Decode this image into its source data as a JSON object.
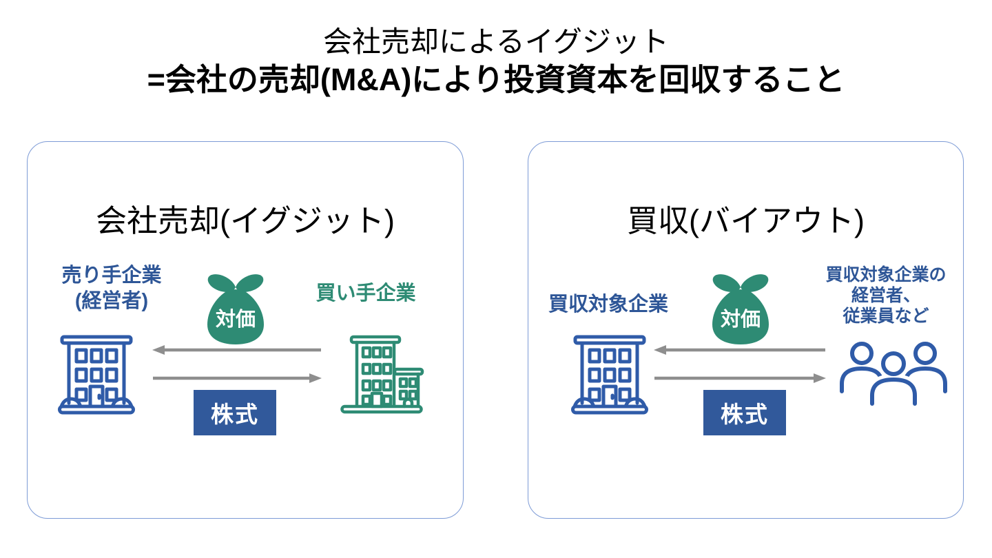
{
  "colors": {
    "blue_text": "#2E5697",
    "icon_blue": "#2F5BA8",
    "teal": "#2E8B74",
    "arrow_gray": "#8E8E8E",
    "panel_border": "#7D9BD6",
    "stock_box_blue": "#31599B",
    "title_black": "#000000"
  },
  "title": {
    "line1": "会社売却によるイグジット",
    "line2": "=会社の売却(M&A)により投資資本を回収すること"
  },
  "left_panel": {
    "title": "会社売却(イグジット)",
    "seller_label": {
      "line1": "売り手企業",
      "line2": "(経営者)"
    },
    "buyer_label": "買い手企業",
    "consideration_badge": "対価",
    "stock_badge": "株式",
    "icons": {
      "seller": "building-outline-icon",
      "buyer": "two-buildings-outline-icon",
      "consideration": "money-bag-icon",
      "top_arrow": "arrow-pointing-left",
      "bottom_arrow": "arrow-pointing-right"
    }
  },
  "right_panel": {
    "title": "買収(バイアウト)",
    "target_label": "買収対象企業",
    "acquirer_label": {
      "line1": "買収対象企業の",
      "line2": "経営者、",
      "line3": "従業員など"
    },
    "consideration_badge": "対価",
    "stock_badge": "株式",
    "icons": {
      "target": "building-outline-icon",
      "acquirer": "three-people-outline-icon",
      "consideration": "money-bag-icon",
      "top_arrow": "arrow-pointing-left",
      "bottom_arrow": "arrow-pointing-right"
    }
  }
}
